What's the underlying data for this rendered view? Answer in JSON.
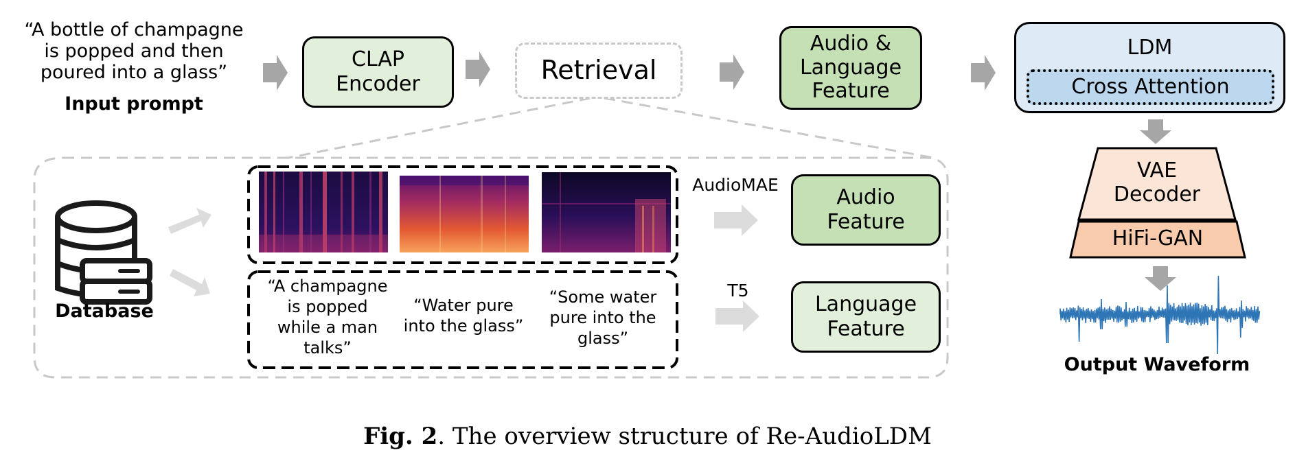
{
  "input": {
    "quote": "“A bottle of champagne\nis popped and then\npoured into a glass”",
    "label": "Input prompt"
  },
  "blocks": {
    "clap": "CLAP\nEncoder",
    "retrieval": "Retrieval",
    "audio_language": "Audio &\nLanguage\nFeature",
    "ldm": "LDM",
    "cross_attention": "Cross Attention",
    "vae": "VAE\nDecoder",
    "hifigan": "HiFi-GAN",
    "output": "Output Waveform",
    "audio_feature": "Audio\nFeature",
    "language_feature": "Language\nFeature"
  },
  "database": {
    "label": "Database"
  },
  "encoders": {
    "audiomae": "AudioMAE",
    "t5": "T5"
  },
  "captions": [
    "“A champagne\nis popped\nwhile a man\ntalks”",
    "“Water pure\ninto the glass”",
    "“Some water\npure into the\nglass”"
  ],
  "figure": {
    "number": "Fig. 2",
    "text": ". The overview structure of Re-AudioLDM"
  },
  "colors": {
    "light_green": "#e2efda",
    "mid_green": "#c5e0b4",
    "light_blue": "#deebf7",
    "mid_blue": "#bdd7ee",
    "light_peach": "#fbe5d6",
    "peach": "#f8cbad",
    "arrow_gray": "#a6a6a6",
    "dash_gray": "#c8c8c8",
    "waveform_blue": "#2e75b6"
  }
}
